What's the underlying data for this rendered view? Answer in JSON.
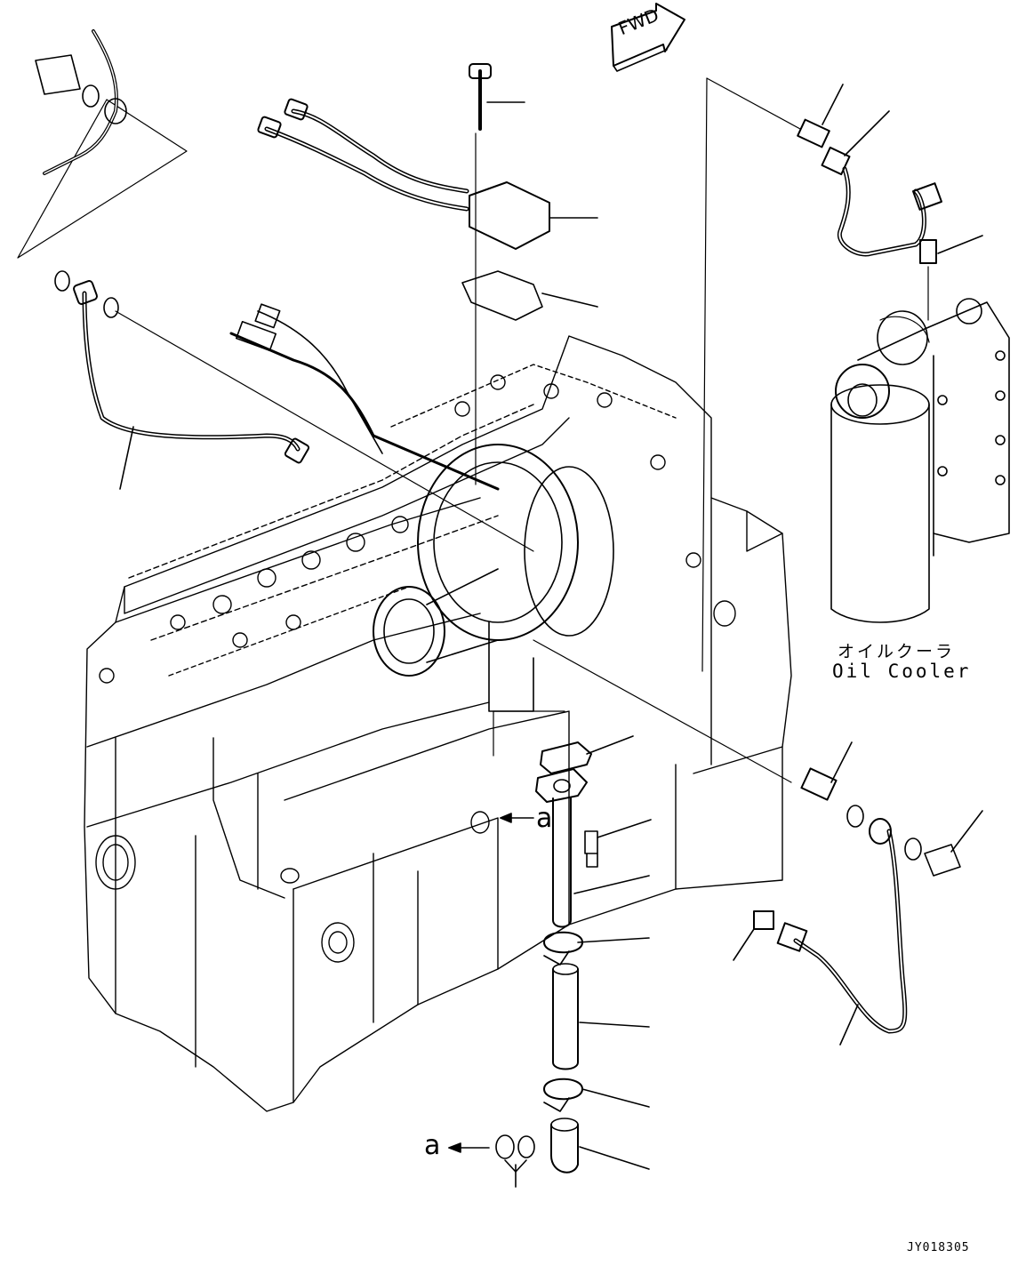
{
  "labels": {
    "fwd": "FWD",
    "oil_cooler_jp": "オイルクーラ",
    "oil_cooler_en": "Oil Cooler",
    "ref_a_1": "a",
    "ref_a_2": "a",
    "figure_id": "JY018305"
  }
}
